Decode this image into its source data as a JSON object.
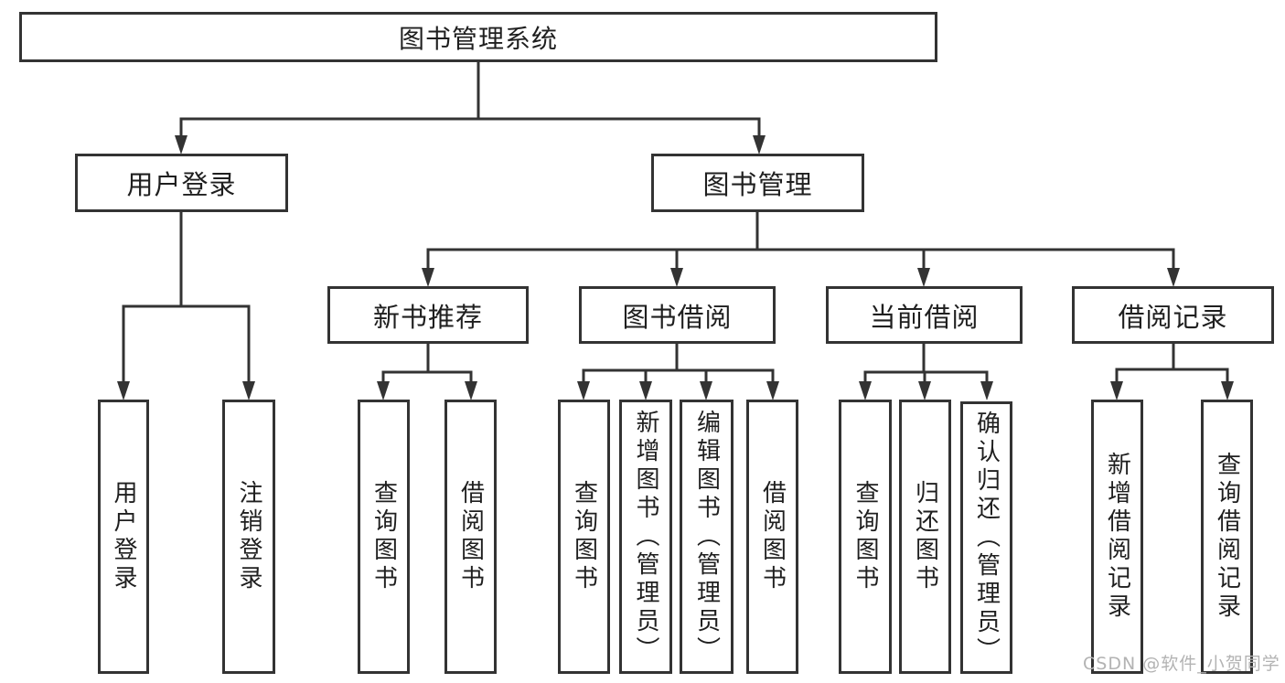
{
  "tree": {
    "root": {
      "label": "图书管理系统"
    },
    "branches": [
      {
        "label": "用户登录",
        "children": [
          {
            "label": "用户登录"
          },
          {
            "label": "注销登录"
          }
        ]
      },
      {
        "label": "图书管理",
        "children": [
          {
            "label": "新书推荐",
            "children": [
              {
                "label": "查询图书"
              },
              {
                "label": "借阅图书"
              }
            ]
          },
          {
            "label": "图书借阅",
            "children": [
              {
                "label": "查询图书"
              },
              {
                "label": "新增图书（管理员）"
              },
              {
                "label": "编辑图书（管理员）"
              },
              {
                "label": "借阅图书"
              }
            ]
          },
          {
            "label": "当前借阅",
            "children": [
              {
                "label": "查询图书"
              },
              {
                "label": "归还图书"
              },
              {
                "label": "确认归还（管理员）"
              }
            ]
          },
          {
            "label": "借阅记录",
            "children": [
              {
                "label": "新增借阅记录"
              },
              {
                "label": "查询借阅记录"
              }
            ]
          }
        ]
      }
    ]
  },
  "watermark": {
    "text": "CSDN @软件_小贺同学"
  },
  "colors": {
    "line": "#333333",
    "text": "#1f1f1f",
    "watermark": "#b3b3b3",
    "background": "#ffffff"
  }
}
